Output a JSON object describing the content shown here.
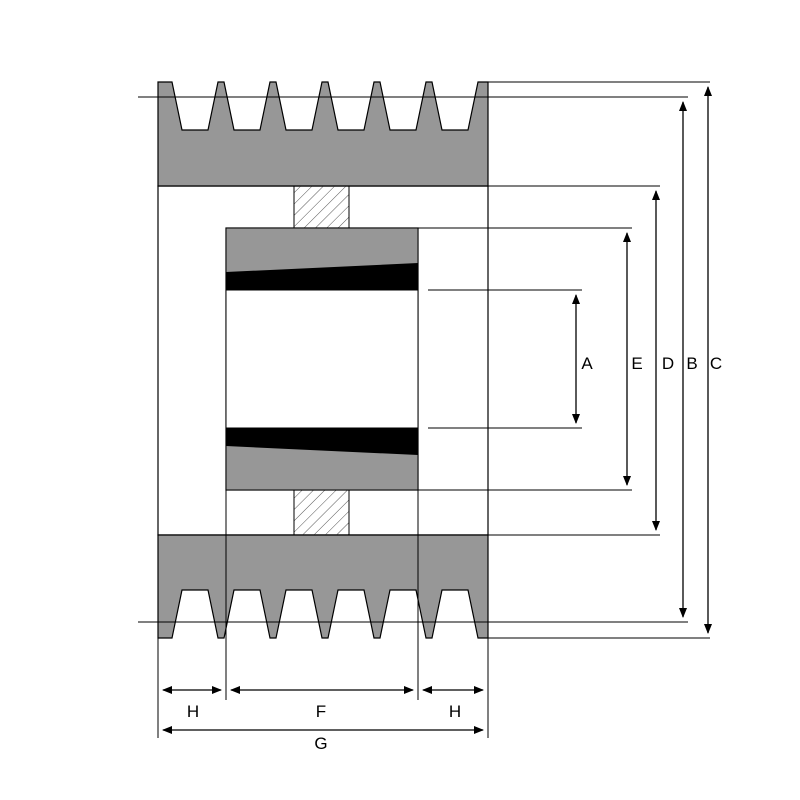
{
  "diagram": {
    "colors": {
      "pulley_fill": "#979797",
      "bushing_fill": "#979797",
      "taper_band": "#000000",
      "key_hatch": "#555555",
      "background": "#ffffff",
      "line": "#000000"
    },
    "groove_count": 6,
    "dimension_labels": {
      "A": "A",
      "B": "B",
      "C": "C",
      "D": "D",
      "E": "E",
      "F": "F",
      "G": "G",
      "H_left": "H",
      "H_right": "H"
    }
  }
}
